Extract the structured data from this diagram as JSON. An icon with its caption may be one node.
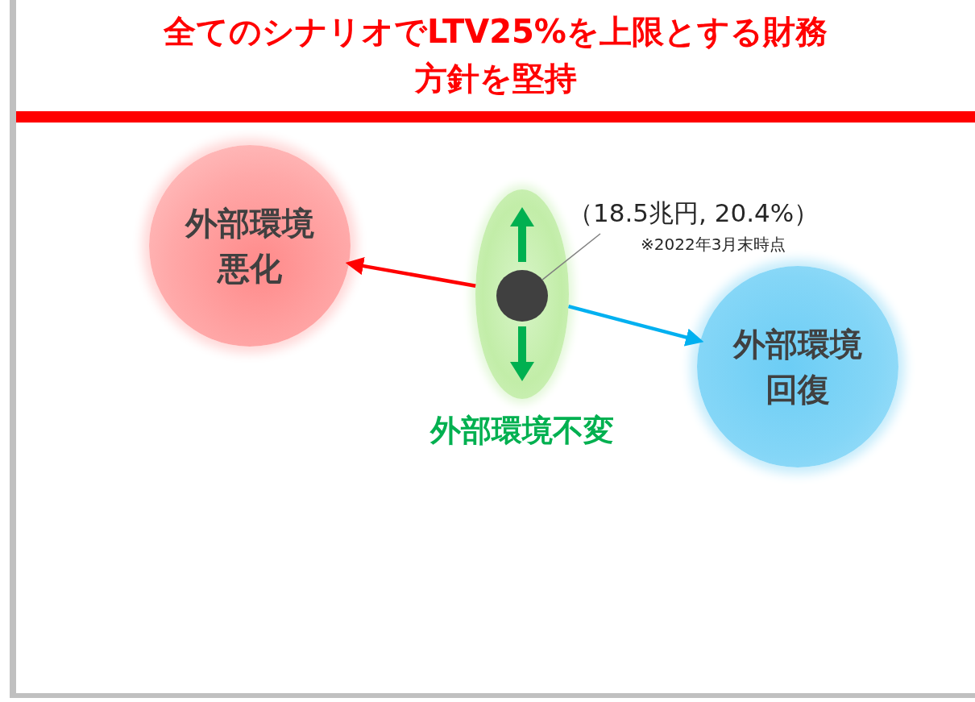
{
  "diagram": {
    "title": "全てのシナリオでLTV25%を上限とする財務方針を堅持",
    "nodes": [
      {
        "text": [
          "外部環境悪化"
        ]
      },
      {
        "text": [
          "外部環境不変"
        ]
      },
      {
        "text": [],
        "shape": "circle",
        "in": 1
      },
      {
        "text": [
          "（18.5兆円, 20.4%）"
        ],
        "beside": [
          "※2022年3月末時点"
        ]
      },
      {
        "text": [
          "外部環境回復"
        ]
      }
    ],
    "edges": [
      {
        "from": 3,
        "to": 2,
        "arrow": "none",
        "color": "#7f7f7f"
      },
      {
        "from": 1,
        "to": 0,
        "arrow": "to",
        "color": "#ff0000"
      },
      {
        "from": 1,
        "to": 4,
        "arrow": "to",
        "color": "#00b0f0"
      }
    ]
  }
}
